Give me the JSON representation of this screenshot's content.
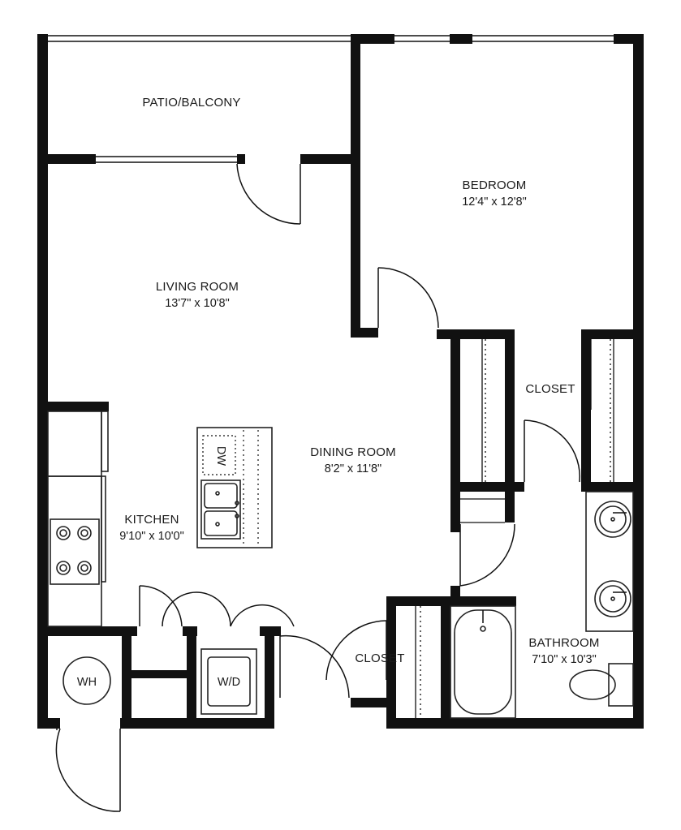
{
  "rooms": {
    "patio": {
      "name": "PATIO/BALCONY"
    },
    "bedroom": {
      "name": "BEDROOM",
      "dims": "12'4\" x 12'8\""
    },
    "living": {
      "name": "LIVING ROOM",
      "dims": "13'7\" x 10'8\""
    },
    "dining": {
      "name": "DINING ROOM",
      "dims": "8'2\" x 11'8\""
    },
    "kitchen": {
      "name": "KITCHEN",
      "dims": "9'10\" x 10'0\""
    },
    "closet_bedroom": {
      "name": "CLOSET"
    },
    "closet_hall": {
      "name": "CLOSET"
    },
    "bathroom": {
      "name": "BATHROOM",
      "dims": "7'10\" x 10'3\""
    }
  },
  "fixtures": {
    "dishwasher": "DW",
    "washer_dryer": "W/D",
    "water_heater": "WH"
  },
  "colors": {
    "wall": "#111111",
    "background": "#ffffff"
  }
}
